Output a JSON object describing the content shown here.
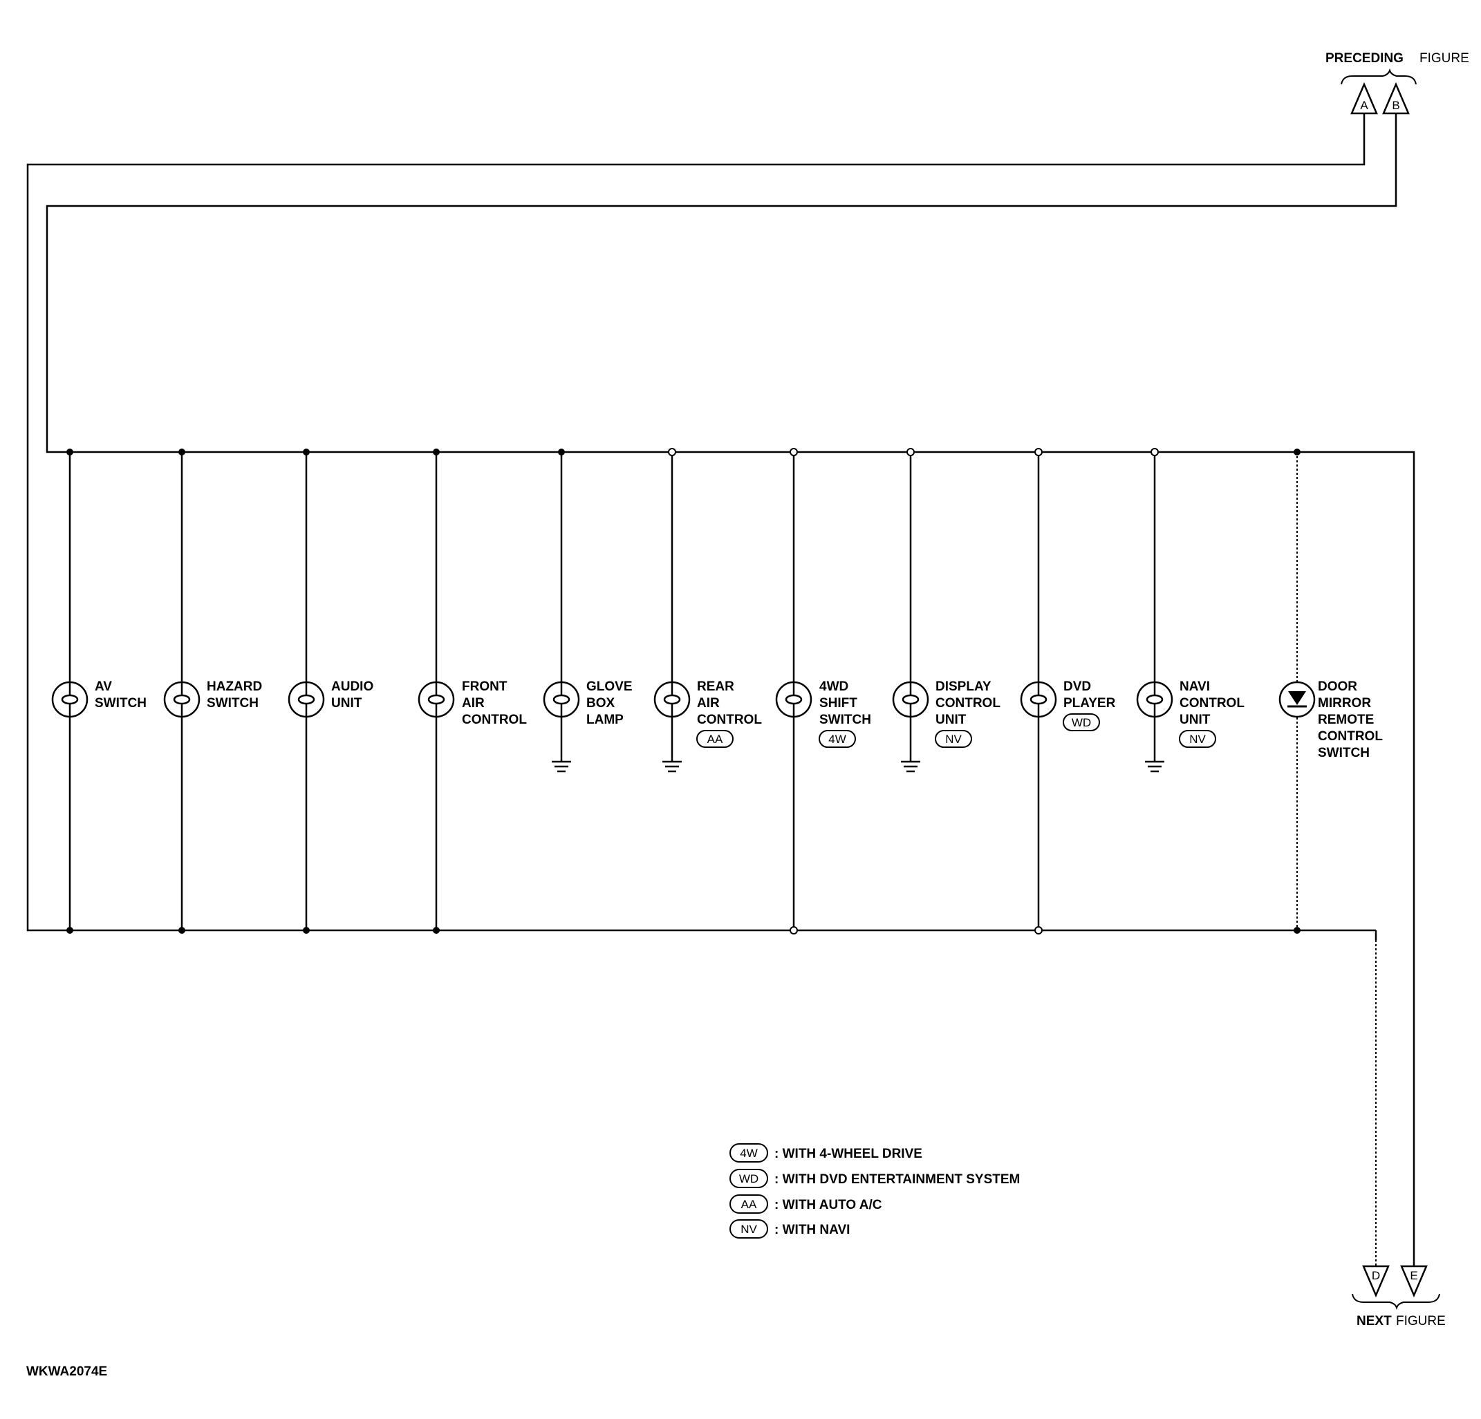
{
  "preceding_figure": {
    "bold": "PRECEDING",
    "regular": "FIGURE",
    "connectors": [
      "A",
      "B"
    ]
  },
  "next_figure": {
    "bold": "NEXT",
    "regular": "FIGURE",
    "connectors": [
      "D",
      "E"
    ]
  },
  "components": [
    {
      "id": "av-switch",
      "lines": [
        "AV",
        "SWITCH"
      ],
      "badge": ""
    },
    {
      "id": "hazard-switch",
      "lines": [
        "HAZARD",
        "SWITCH"
      ],
      "badge": ""
    },
    {
      "id": "audio-unit",
      "lines": [
        "AUDIO",
        "UNIT"
      ],
      "badge": ""
    },
    {
      "id": "front-air-control",
      "lines": [
        "FRONT",
        "AIR",
        "CONTROL"
      ],
      "badge": ""
    },
    {
      "id": "glove-box-lamp",
      "lines": [
        "GLOVE",
        "BOX",
        "LAMP"
      ],
      "badge": ""
    },
    {
      "id": "rear-air-control",
      "lines": [
        "REAR",
        "AIR",
        "CONTROL"
      ],
      "badge": "AA"
    },
    {
      "id": "4wd-shift-switch",
      "lines": [
        "4WD",
        "SHIFT",
        "SWITCH"
      ],
      "badge": "4W"
    },
    {
      "id": "display-control-unit",
      "lines": [
        "DISPLAY",
        "CONTROL",
        "UNIT"
      ],
      "badge": "NV"
    },
    {
      "id": "dvd-player",
      "lines": [
        "DVD",
        "PLAYER"
      ],
      "badge": "WD"
    },
    {
      "id": "navi-control-unit",
      "lines": [
        "NAVI",
        "CONTROL",
        "UNIT"
      ],
      "badge": "NV"
    },
    {
      "id": "door-mirror-remote-control-switch",
      "lines": [
        "DOOR",
        "MIRROR",
        "REMOTE",
        "CONTROL",
        "SWITCH"
      ],
      "badge": ""
    }
  ],
  "legend": [
    {
      "code": "4W",
      "text": ": WITH 4-WHEEL DRIVE"
    },
    {
      "code": "WD",
      "text": ": WITH DVD ENTERTAINMENT SYSTEM"
    },
    {
      "code": "AA",
      "text": ": WITH AUTO A/C"
    },
    {
      "code": "NV",
      "text": ": WITH NAVI"
    }
  ],
  "figure_id": "WKWA2074E"
}
